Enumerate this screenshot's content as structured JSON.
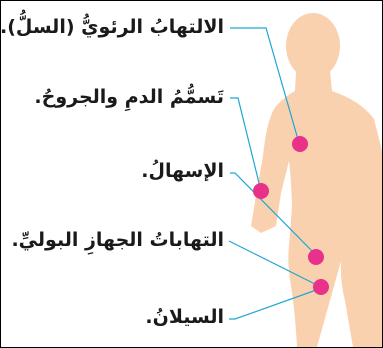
{
  "colors": {
    "body_fill": "#FAD1AE",
    "marker": "#E8318A",
    "leader_line": "#1EA6D6",
    "label_text": "#1a1a1a"
  },
  "labels": {
    "pneumonia": "الالتهابُ الرئويُّ (السلُّ).",
    "sepsis": "تَسمُّمُ الدمِ والجروحُ.",
    "diarrhea": "الإسهالُ.",
    "uti": "التهاباتُ الجهازِ البوليِّ.",
    "gonorrhea": "السيلانُ."
  }
}
